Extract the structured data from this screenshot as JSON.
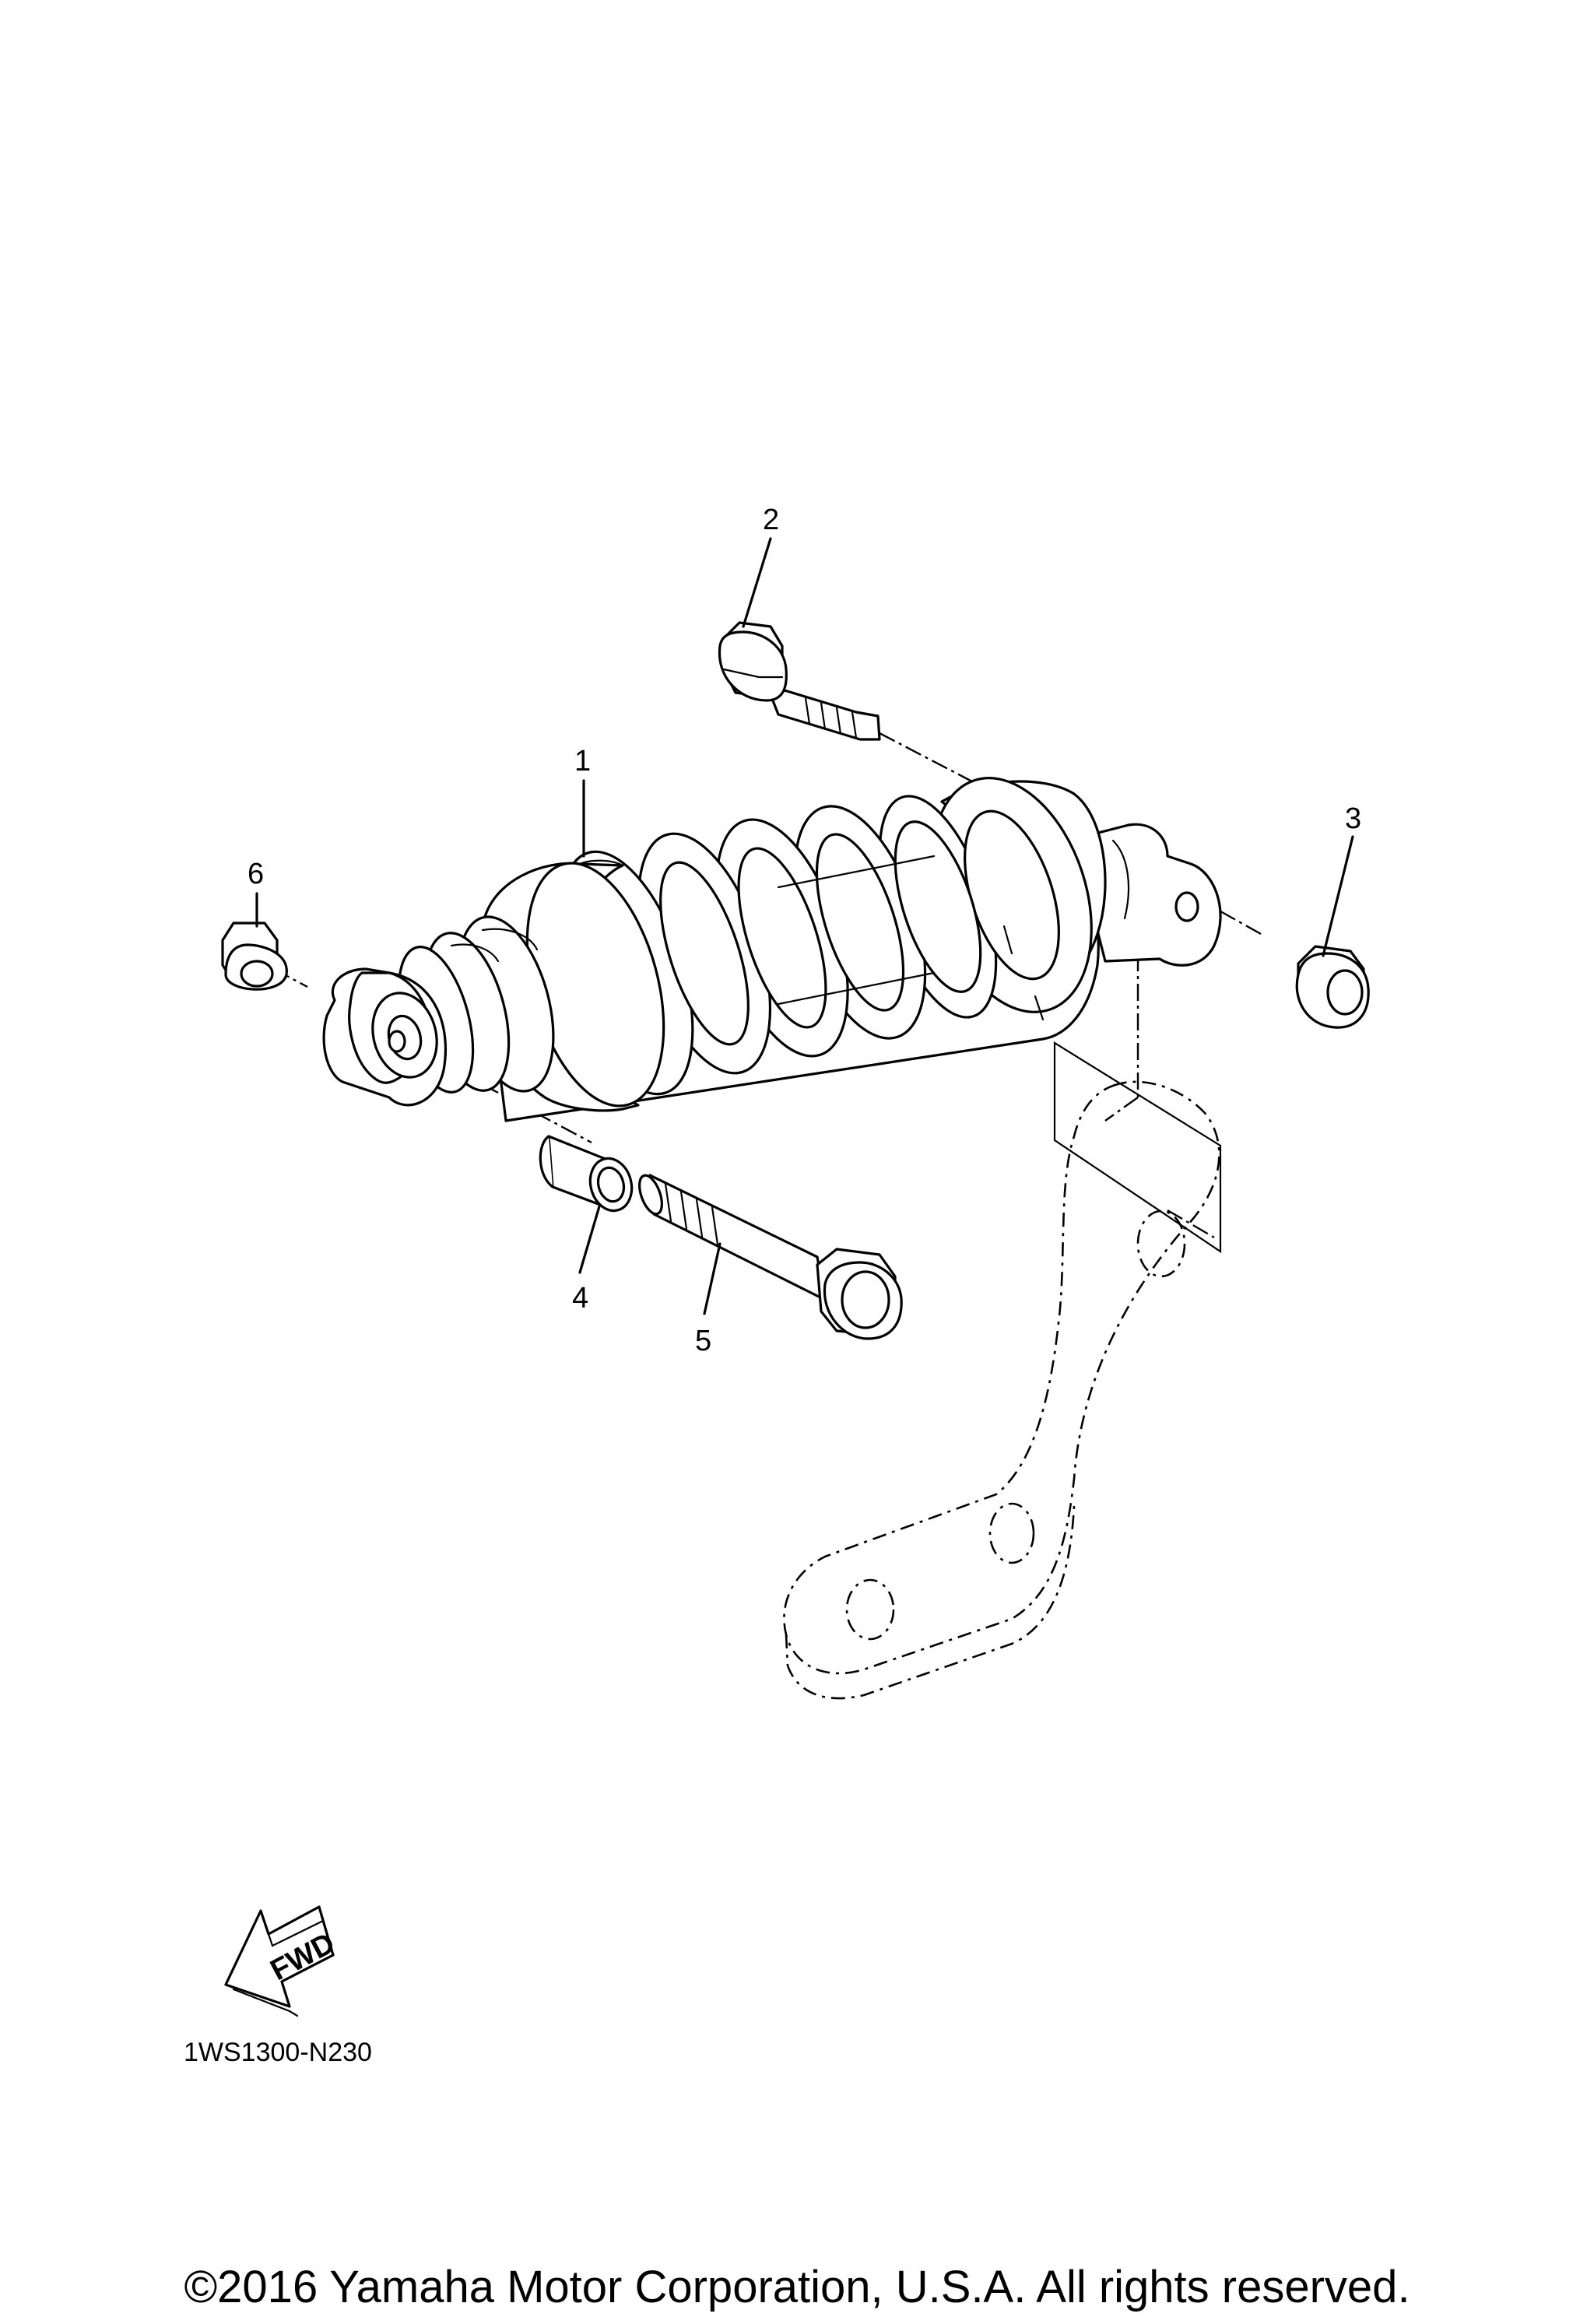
{
  "parts": [
    {
      "ref": "1",
      "name": "rear-shock-absorber"
    },
    {
      "ref": "2",
      "name": "upper-bolt"
    },
    {
      "ref": "3",
      "name": "upper-nut"
    },
    {
      "ref": "4",
      "name": "collar"
    },
    {
      "ref": "5",
      "name": "lower-bolt"
    },
    {
      "ref": "6",
      "name": "lower-nut"
    }
  ],
  "direction_label": "FWD",
  "diagram_code": "1WS1300-N230",
  "copyright": "©2016 Yamaha Motor Corporation, U.S.A. All rights reserved."
}
